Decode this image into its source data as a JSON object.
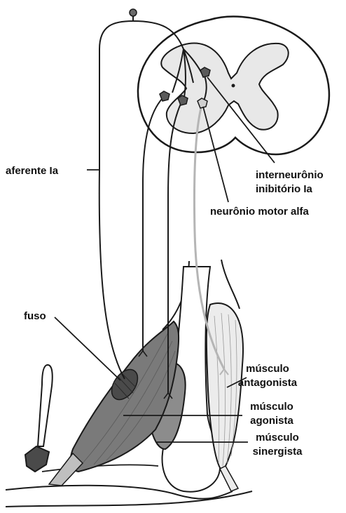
{
  "labels": {
    "afferent": "aferente Ia",
    "interneuron_line1": "interneurônio",
    "interneuron_line2": "inibitório Ia",
    "alpha_motor": "neurônio motor alfa",
    "spindle": "fuso",
    "antagonist_line1": "músculo",
    "antagonist_line2": "antagonista",
    "agonist_line1": "músculo",
    "agonist_line2": "agonista",
    "synergist_line1": "músculo",
    "synergist_line2": "sinergista"
  },
  "colors": {
    "outline": "#1a1a1a",
    "gray_matter": "#e8e8e8",
    "agonist_muscle": "#7a7a7a",
    "synergist_muscle": "#8c8c8c",
    "antagonist_muscle": "#ececec",
    "spindle": "#4a4a4a",
    "motor_fiber": "#b5b5b5"
  },
  "icons": {
    "hammer": "reflex-hammer-icon",
    "ganglion": "dorsal-root-ganglion-dot"
  }
}
